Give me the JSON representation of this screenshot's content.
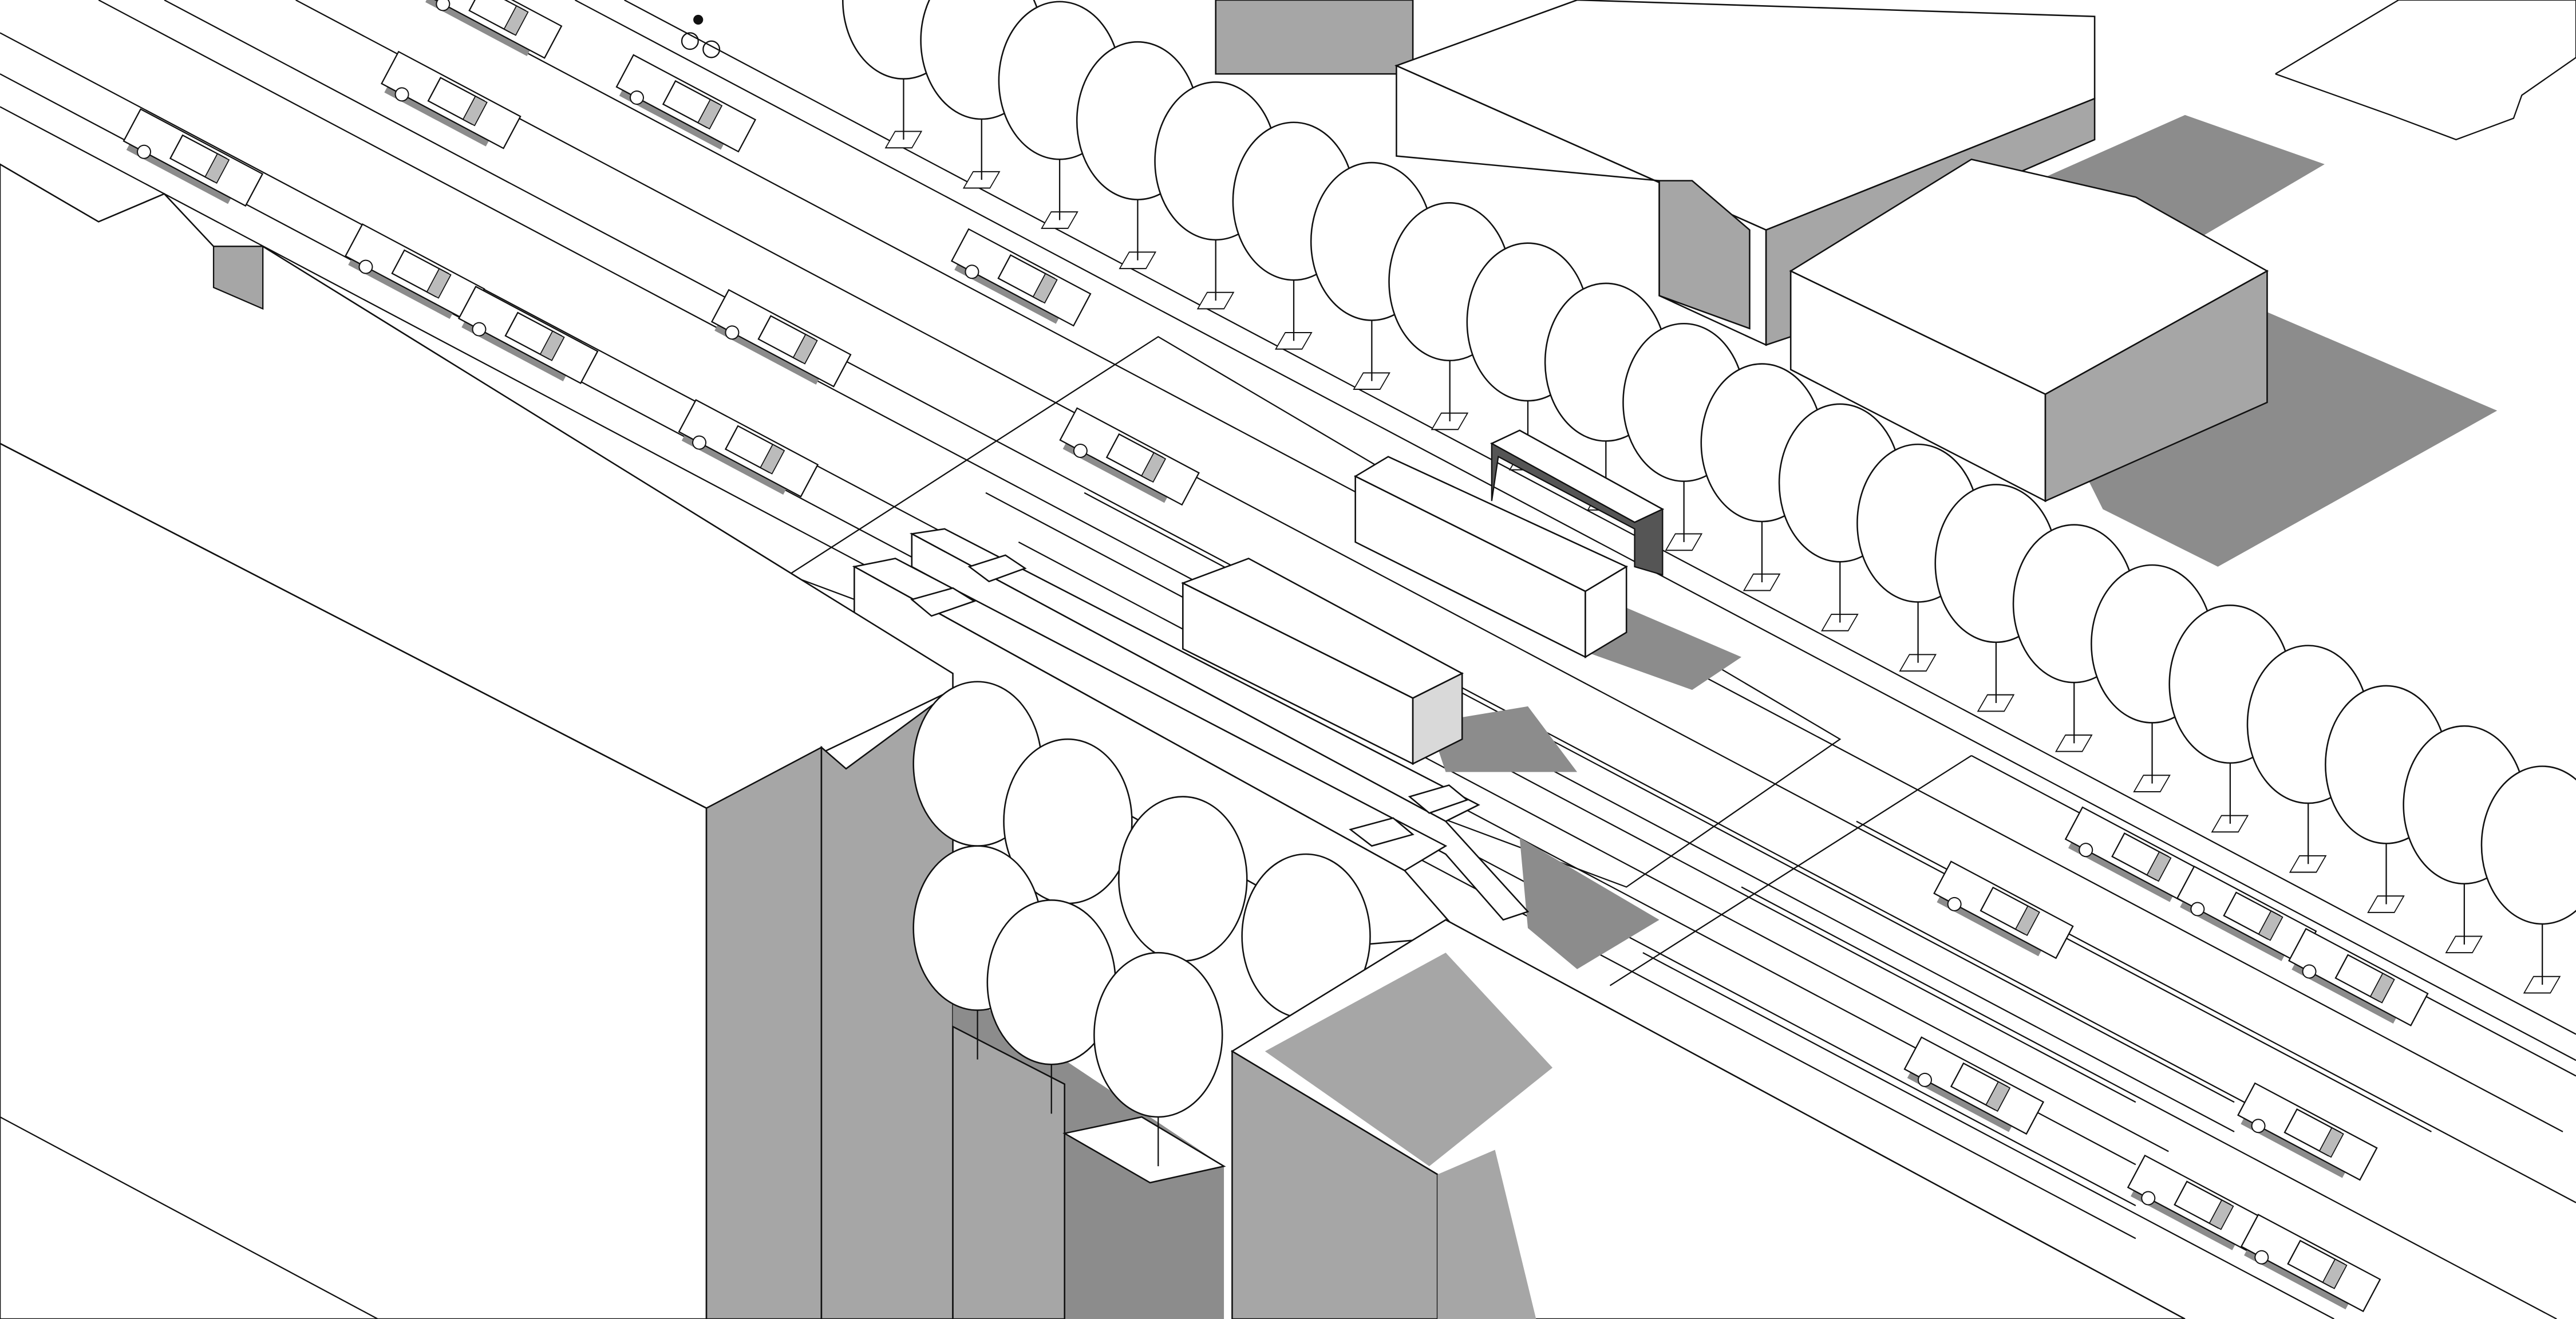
{
  "drawing": {
    "type": "axonometric street scene",
    "colors": {
      "background": "#ffffff",
      "line": "#111111",
      "wall_gray": "#a6a6a6",
      "shadow_gray": "#8c8c8c",
      "dark_gray": "#777777"
    },
    "elements": [
      "buildings",
      "road-lanes",
      "tree-row",
      "cars",
      "trams",
      "bus",
      "tram-stop-shelter",
      "cyclist"
    ]
  }
}
